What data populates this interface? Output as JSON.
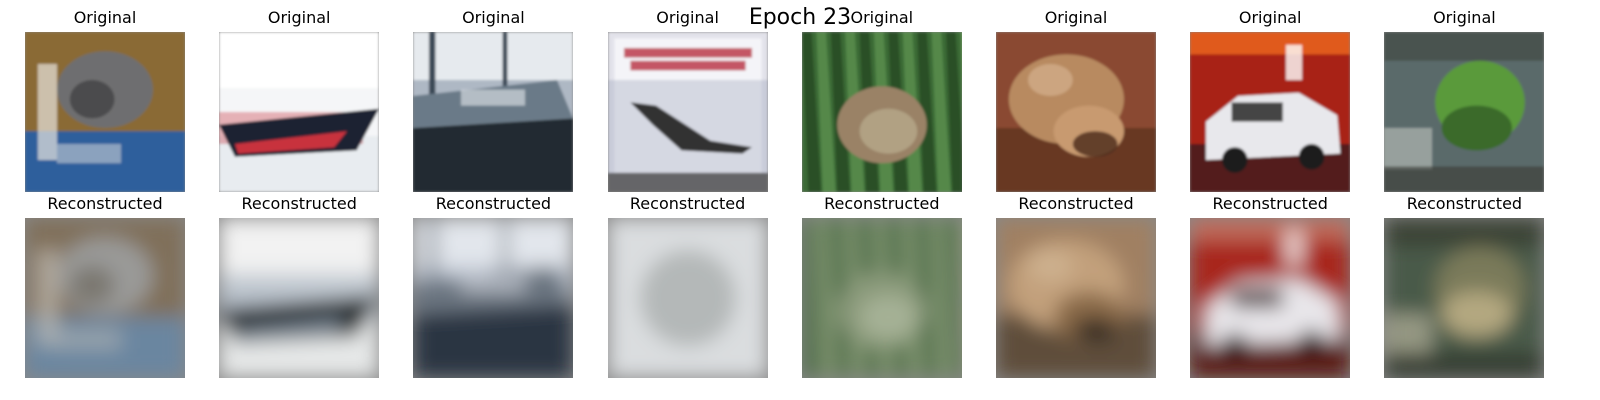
{
  "figure": {
    "suptitle": "Epoch 23"
  },
  "rows": [
    {
      "title": "Original",
      "kind": "original",
      "images": [
        {
          "name": "cat",
          "colors": {
            "bg": "#8a6a35",
            "main": "#6e6e70",
            "accent": "#2f5f9c",
            "dark": "#2a2a2a",
            "light": "#e8e6e0"
          }
        },
        {
          "name": "ship",
          "colors": {
            "bg": "#e8ecf0",
            "main": "#f5f6f8",
            "accent": "#c8303c",
            "dark": "#1e2430",
            "light": "#ffffff"
          }
        },
        {
          "name": "boat",
          "colors": {
            "bg": "#aeb8c4",
            "main": "#6a7a88",
            "accent": "#3a4a56",
            "dark": "#202a30",
            "light": "#e6eaee"
          }
        },
        {
          "name": "airplane-poster",
          "colors": {
            "bg": "#e2e2ea",
            "main": "#9aa4ba",
            "accent": "#b83040",
            "dark": "#303030",
            "light": "#f4f4f8"
          }
        },
        {
          "name": "frog",
          "colors": {
            "bg": "#3a6a36",
            "main": "#9a8266",
            "accent": "#6aa05a",
            "dark": "#1c3a1c",
            "light": "#c8c0a0"
          }
        },
        {
          "name": "frog-orange",
          "colors": {
            "bg": "#8a4a32",
            "main": "#b88a60",
            "accent": "#c89a70",
            "dark": "#4a2a1a",
            "light": "#e0c0a0"
          }
        },
        {
          "name": "car",
          "colors": {
            "bg": "#a82418",
            "main": "#e8e8ec",
            "accent": "#e05a1a",
            "dark": "#1a1a1c",
            "light": "#ffffff"
          }
        },
        {
          "name": "frog-green",
          "colors": {
            "bg": "#5a6a6a",
            "main": "#5a9a3a",
            "accent": "#3a6a2a",
            "dark": "#3a3a34",
            "light": "#c0c4c0"
          }
        }
      ]
    },
    {
      "title": "Reconstructed",
      "kind": "reconstructed",
      "images": [
        {
          "name": "cat-recon",
          "colors": {
            "bg": "#80705a",
            "main": "#9a9a98",
            "accent": "#6a86a0",
            "dark": "#5a5448",
            "light": "#c4c0b8"
          }
        },
        {
          "name": "ship-recon",
          "colors": {
            "bg": "#e6e8e8",
            "main": "#c0c8d0",
            "accent": "#7a8896",
            "dark": "#1e2022",
            "light": "#f2f2f2"
          }
        },
        {
          "name": "boat-recon",
          "colors": {
            "bg": "#c0c8d4",
            "main": "#6a7480",
            "accent": "#4a5460",
            "dark": "#2a3442",
            "light": "#e2e6ec"
          }
        },
        {
          "name": "airplane-recon",
          "colors": {
            "bg": "#dadddf",
            "main": "#b4b8b8",
            "accent": "#8a8e8a",
            "dark": "#3a3e3c",
            "light": "#eeeeee"
          }
        },
        {
          "name": "frog-recon",
          "colors": {
            "bg": "#5a7a52",
            "main": "#8a9a7a",
            "accent": "#b0b898",
            "dark": "#3e5a3a",
            "light": "#c0c8b0"
          }
        },
        {
          "name": "frog-orange-recon",
          "colors": {
            "bg": "#a08062",
            "main": "#c2a07c",
            "accent": "#8a6a4a",
            "dark": "#2a221c",
            "light": "#d8c0a0"
          }
        },
        {
          "name": "car-recon",
          "colors": {
            "bg": "#a8281e",
            "main": "#e8e6ea",
            "accent": "#c06a5a",
            "dark": "#2a1414",
            "light": "#ffffff"
          }
        },
        {
          "name": "frog-green-recon",
          "colors": {
            "bg": "#4a5a4a",
            "main": "#7a7a5a",
            "accent": "#b4a880",
            "dark": "#2a2a22",
            "light": "#c6c0a8"
          }
        }
      ]
    }
  ]
}
